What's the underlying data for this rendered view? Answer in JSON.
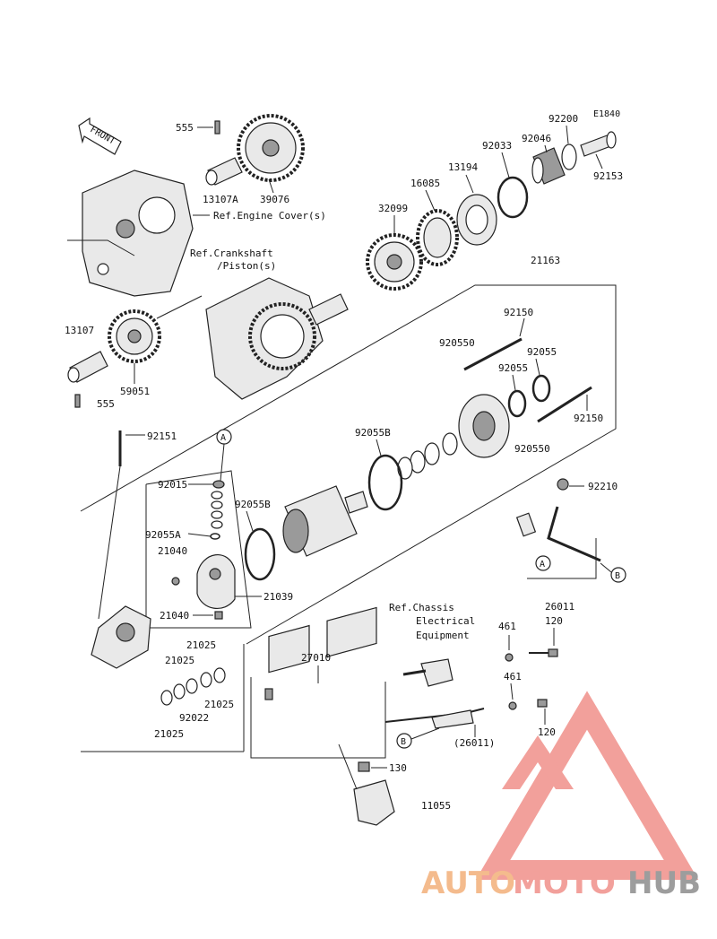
{
  "diagram_code": "E1840",
  "front_label": "FRONT",
  "refs": {
    "engine_cover": "Ref.Engine Cover(s)",
    "crankshaft_line1": "Ref.Crankshaft",
    "crankshaft_line2": "/Piston(s)",
    "chassis_line1": "Ref.Chassis",
    "chassis_line2": "Electrical",
    "chassis_line3": "Equipment"
  },
  "callouts": {
    "a_top": "A",
    "a_mid": "A",
    "b_right": "B",
    "b_bottom": "B"
  },
  "parts": {
    "p555_top": "555",
    "p13107A": "13107A",
    "p39076": "39076",
    "p92200": "92200",
    "p92046": "92046",
    "p92033": "92033",
    "p13194": "13194",
    "p92153": "92153",
    "p16085": "16085",
    "p32099": "32099",
    "p21163": "21163",
    "p13107": "13107",
    "p59051": "59051",
    "p555_bottom": "555",
    "p92150_top": "92150",
    "p920550_top": "920550",
    "p92055_r": "92055",
    "p92055_l": "92055",
    "p92150_r": "92150",
    "p920550_bottom": "920550",
    "p92151": "92151",
    "p92055B_top": "92055B",
    "p92015": "92015",
    "p92055B_mid": "92055B",
    "p92055A": "92055A",
    "p21040_top": "21040",
    "p21039": "21039",
    "p21040_bottom": "21040",
    "p92210": "92210",
    "p26011": "26011",
    "p461_top": "461",
    "p120_top": "120",
    "p21025_a": "21025",
    "p21025_b": "21025",
    "p21025_c": "21025",
    "p92022": "92022",
    "p21025_d": "21025",
    "p27010": "27010",
    "p461_bottom": "461",
    "p120_bottom": "120",
    "p26011_paren": "(26011)",
    "p130": "130",
    "p11055": "11055"
  },
  "logo": {
    "part1": "AUTO",
    "part2": "MOTO",
    "part3": "HUB"
  },
  "colors": {
    "logo_orange": "#f3b07a",
    "logo_red": "#f0908a",
    "logo_gray": "#8c8c8c",
    "line": "#222222"
  }
}
